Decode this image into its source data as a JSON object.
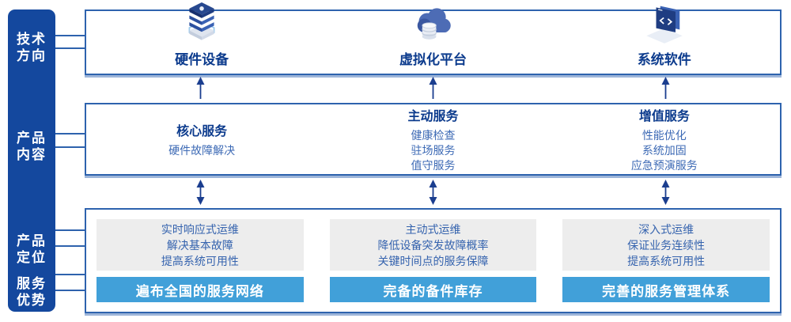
{
  "sidebar": {
    "items": [
      {
        "id": "tech-direction",
        "lines": [
          "技术",
          "方向"
        ]
      },
      {
        "id": "product-content",
        "lines": [
          "产品",
          "内容"
        ]
      },
      {
        "id": "product-positioning",
        "lines": [
          "产品",
          "定位"
        ]
      },
      {
        "id": "service-advantage",
        "lines": [
          "服务",
          "优势"
        ]
      }
    ]
  },
  "tech_row": {
    "items": [
      {
        "icon": "server-stack-icon",
        "label": "硬件设备"
      },
      {
        "icon": "cloud-database-icon",
        "label": "虚拟化平台"
      },
      {
        "icon": "code-window-icon",
        "label": "系统软件"
      }
    ]
  },
  "content_row": {
    "columns": [
      {
        "title": "核心服务",
        "items": [
          "硬件故障解决"
        ]
      },
      {
        "title": "主动服务",
        "items": [
          "健康检查",
          "驻场服务",
          "值守服务"
        ]
      },
      {
        "title": "增值服务",
        "items": [
          "性能优化",
          "系统加固",
          "应急预演服务"
        ]
      }
    ]
  },
  "positioning_row": {
    "columns": [
      {
        "points": [
          "实时响应式运维",
          "解决基本故障",
          "提高系统可用性"
        ],
        "banner": "遍布全国的服务网络"
      },
      {
        "points": [
          "主动式运维",
          "降低设备突发故障概率",
          "关键时间点的服务保障"
        ],
        "banner": "完备的备件库存"
      },
      {
        "points": [
          "深入式运维",
          "保证业务连续性",
          "提高系统可用性"
        ],
        "banner": "完善的服务管理体系"
      }
    ]
  },
  "colors": {
    "sidebar_bg": "#14489E",
    "box_border": "#2E63AE",
    "box_shadow": "#9DB5D9",
    "title_text": "#0C3B8D",
    "item_text": "#3D6AB5",
    "points_bg": "#EDEDED",
    "banner_bg": "#41A0D9",
    "banner_text": "#FFFFFF",
    "arrow": "#1B3E8F"
  }
}
